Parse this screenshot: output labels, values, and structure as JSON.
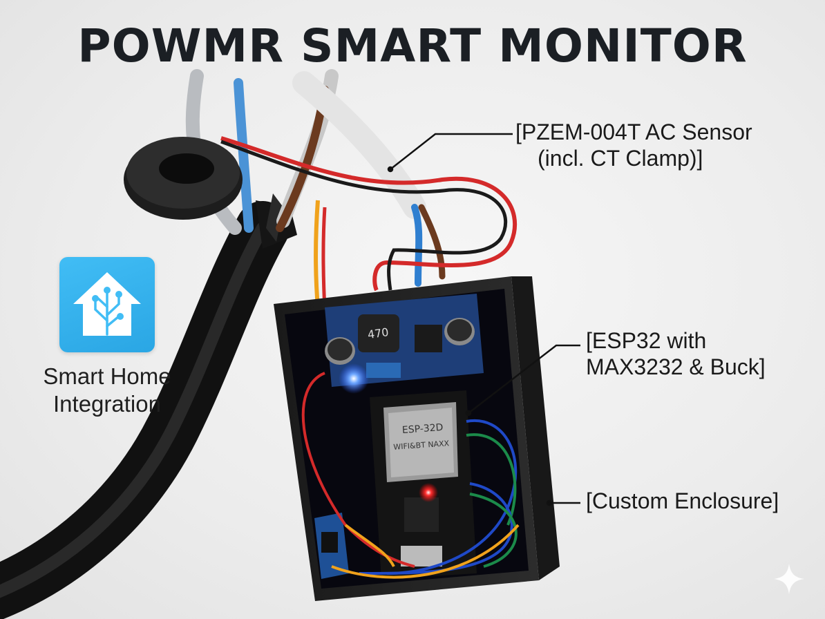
{
  "title": "POWMR SMART MONITOR",
  "callouts": {
    "pzem_line1": "[PZEM-004T AC Sensor",
    "pzem_line2": "(incl. CT Clamp)]",
    "esp_line1": "[ESP32 with",
    "esp_line2": "MAX3232 & Buck]",
    "enclosure": "[Custom Enclosure]"
  },
  "integration": {
    "caption_line1": "Smart Home",
    "caption_line2": "Integration",
    "logo_icon": "home-assistant-icon"
  },
  "board_markings": {
    "module": "ESP-32D",
    "module_sub": "WIFI&BT NAXX",
    "inductor": "470"
  },
  "colors": {
    "logo_bg": "#41bdf5",
    "cable": "#1a1a1a",
    "wire_red": "#d42a2a",
    "wire_blue": "#2f7fd0",
    "wire_brown": "#6b3a1f"
  }
}
